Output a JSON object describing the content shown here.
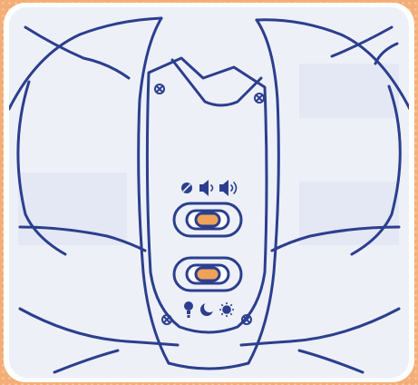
{
  "colors": {
    "background": "#f3ad77",
    "panel": "#eef0f8",
    "panel_border": "#ffffff",
    "outline": "#2b3f8e",
    "switch_knob": "#f0a25a",
    "watermark": "#c7cfe8"
  },
  "icons": {
    "top_row": [
      "off-symbol-icon",
      "speaker-low-icon",
      "speaker-high-icon"
    ],
    "bottom_row": [
      "night-light-bulb-icon",
      "moon-icon",
      "sun-icon"
    ],
    "screws": [
      "screw-top-left-icon",
      "screw-top-right-icon",
      "screw-bottom-left-icon",
      "screw-bottom-right-icon"
    ]
  },
  "switches": [
    {
      "name": "volume-switch",
      "position": "middle"
    },
    {
      "name": "mode-switch",
      "position": "middle"
    }
  ]
}
